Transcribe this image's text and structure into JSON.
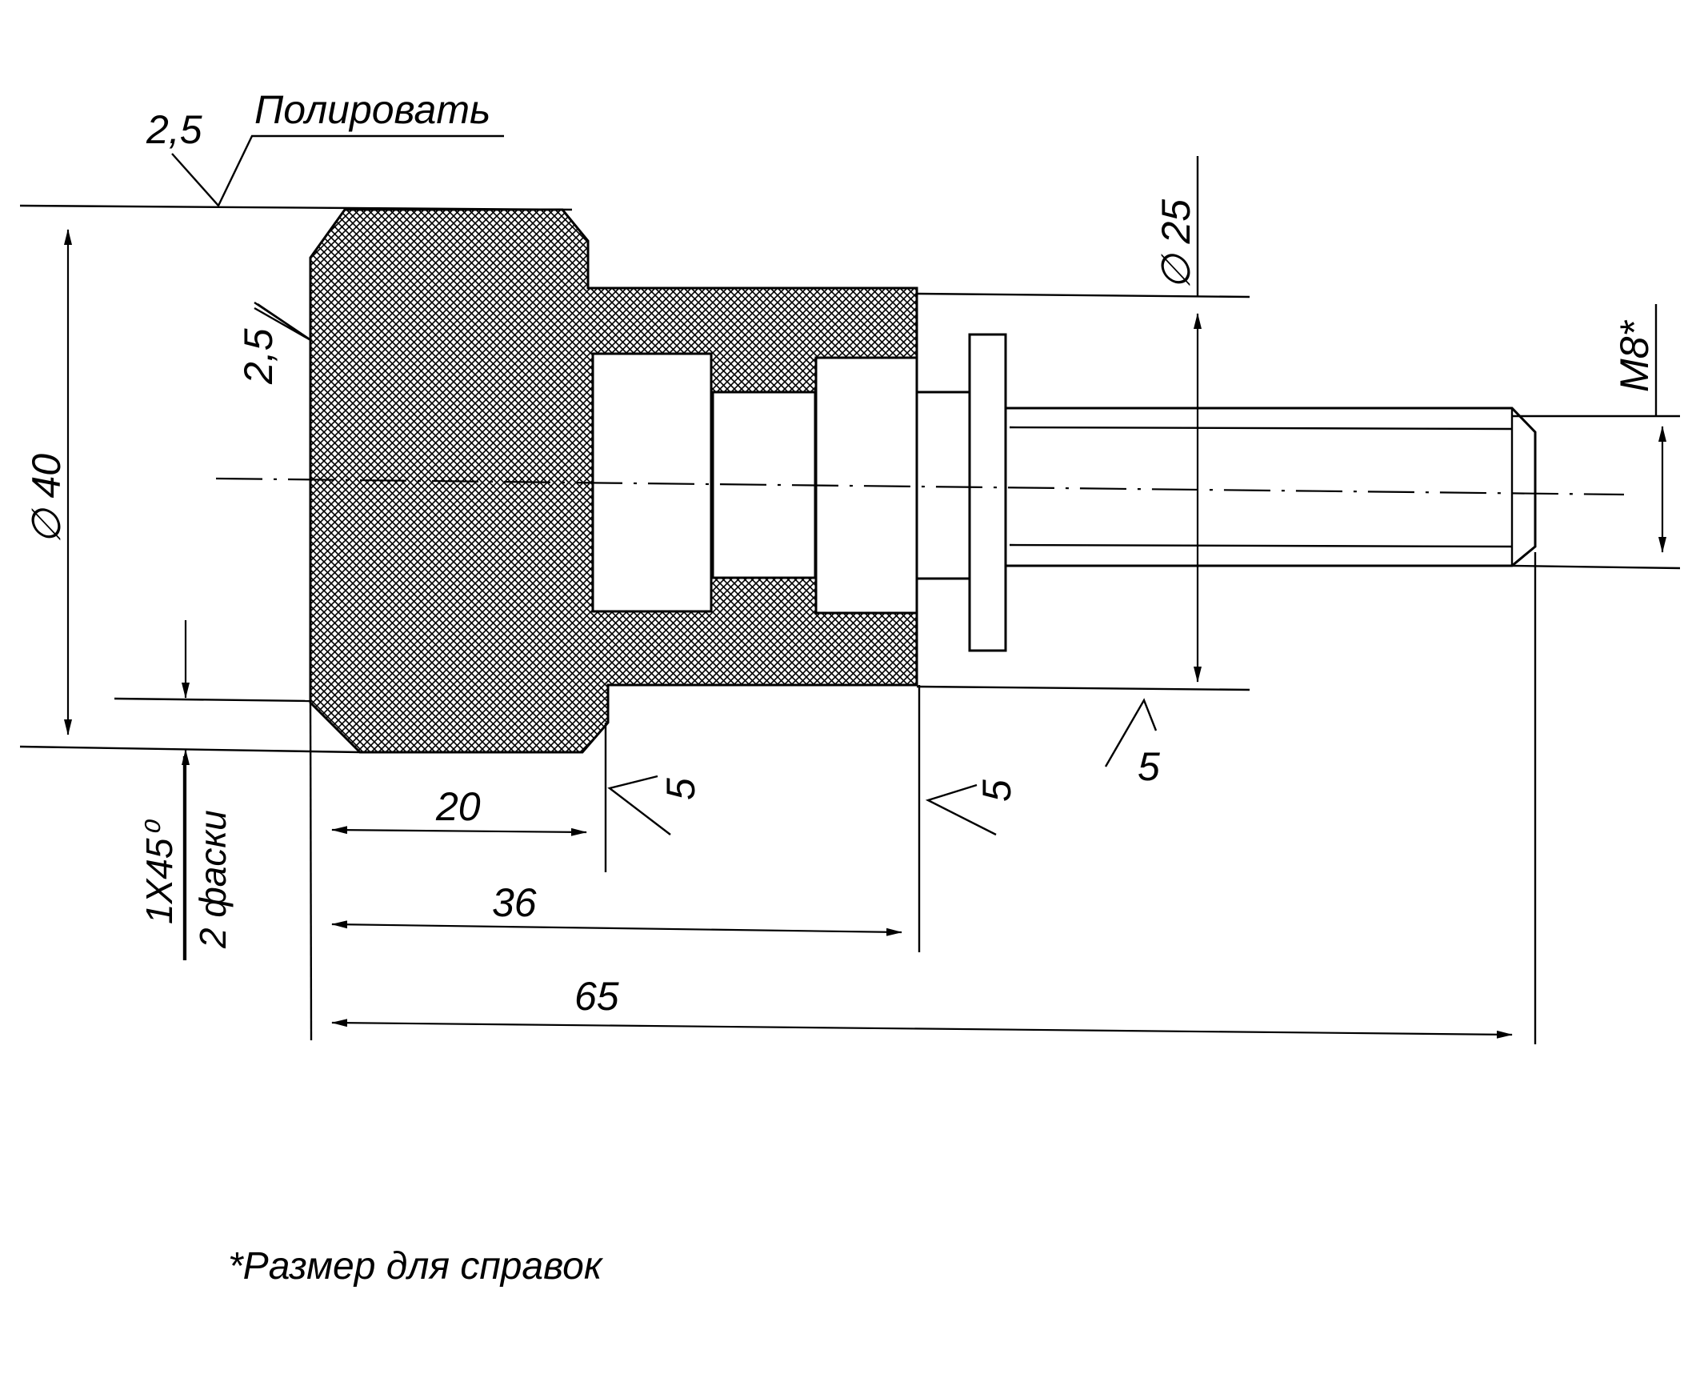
{
  "labels": {
    "polish_note": "Полировать",
    "roughness_top": "2,5",
    "roughness_left": "2,5",
    "roughness_a": "5",
    "roughness_b": "5",
    "roughness_c": "5",
    "dia_outer": "∅ 40",
    "dia_body": "∅ 25",
    "thread": "M8*",
    "chamfer_size": "1X45⁰",
    "chamfer_count": "2 фаски",
    "len_20": "20",
    "len_36": "36",
    "len_65": "65",
    "footnote": "*Размер для справок"
  }
}
